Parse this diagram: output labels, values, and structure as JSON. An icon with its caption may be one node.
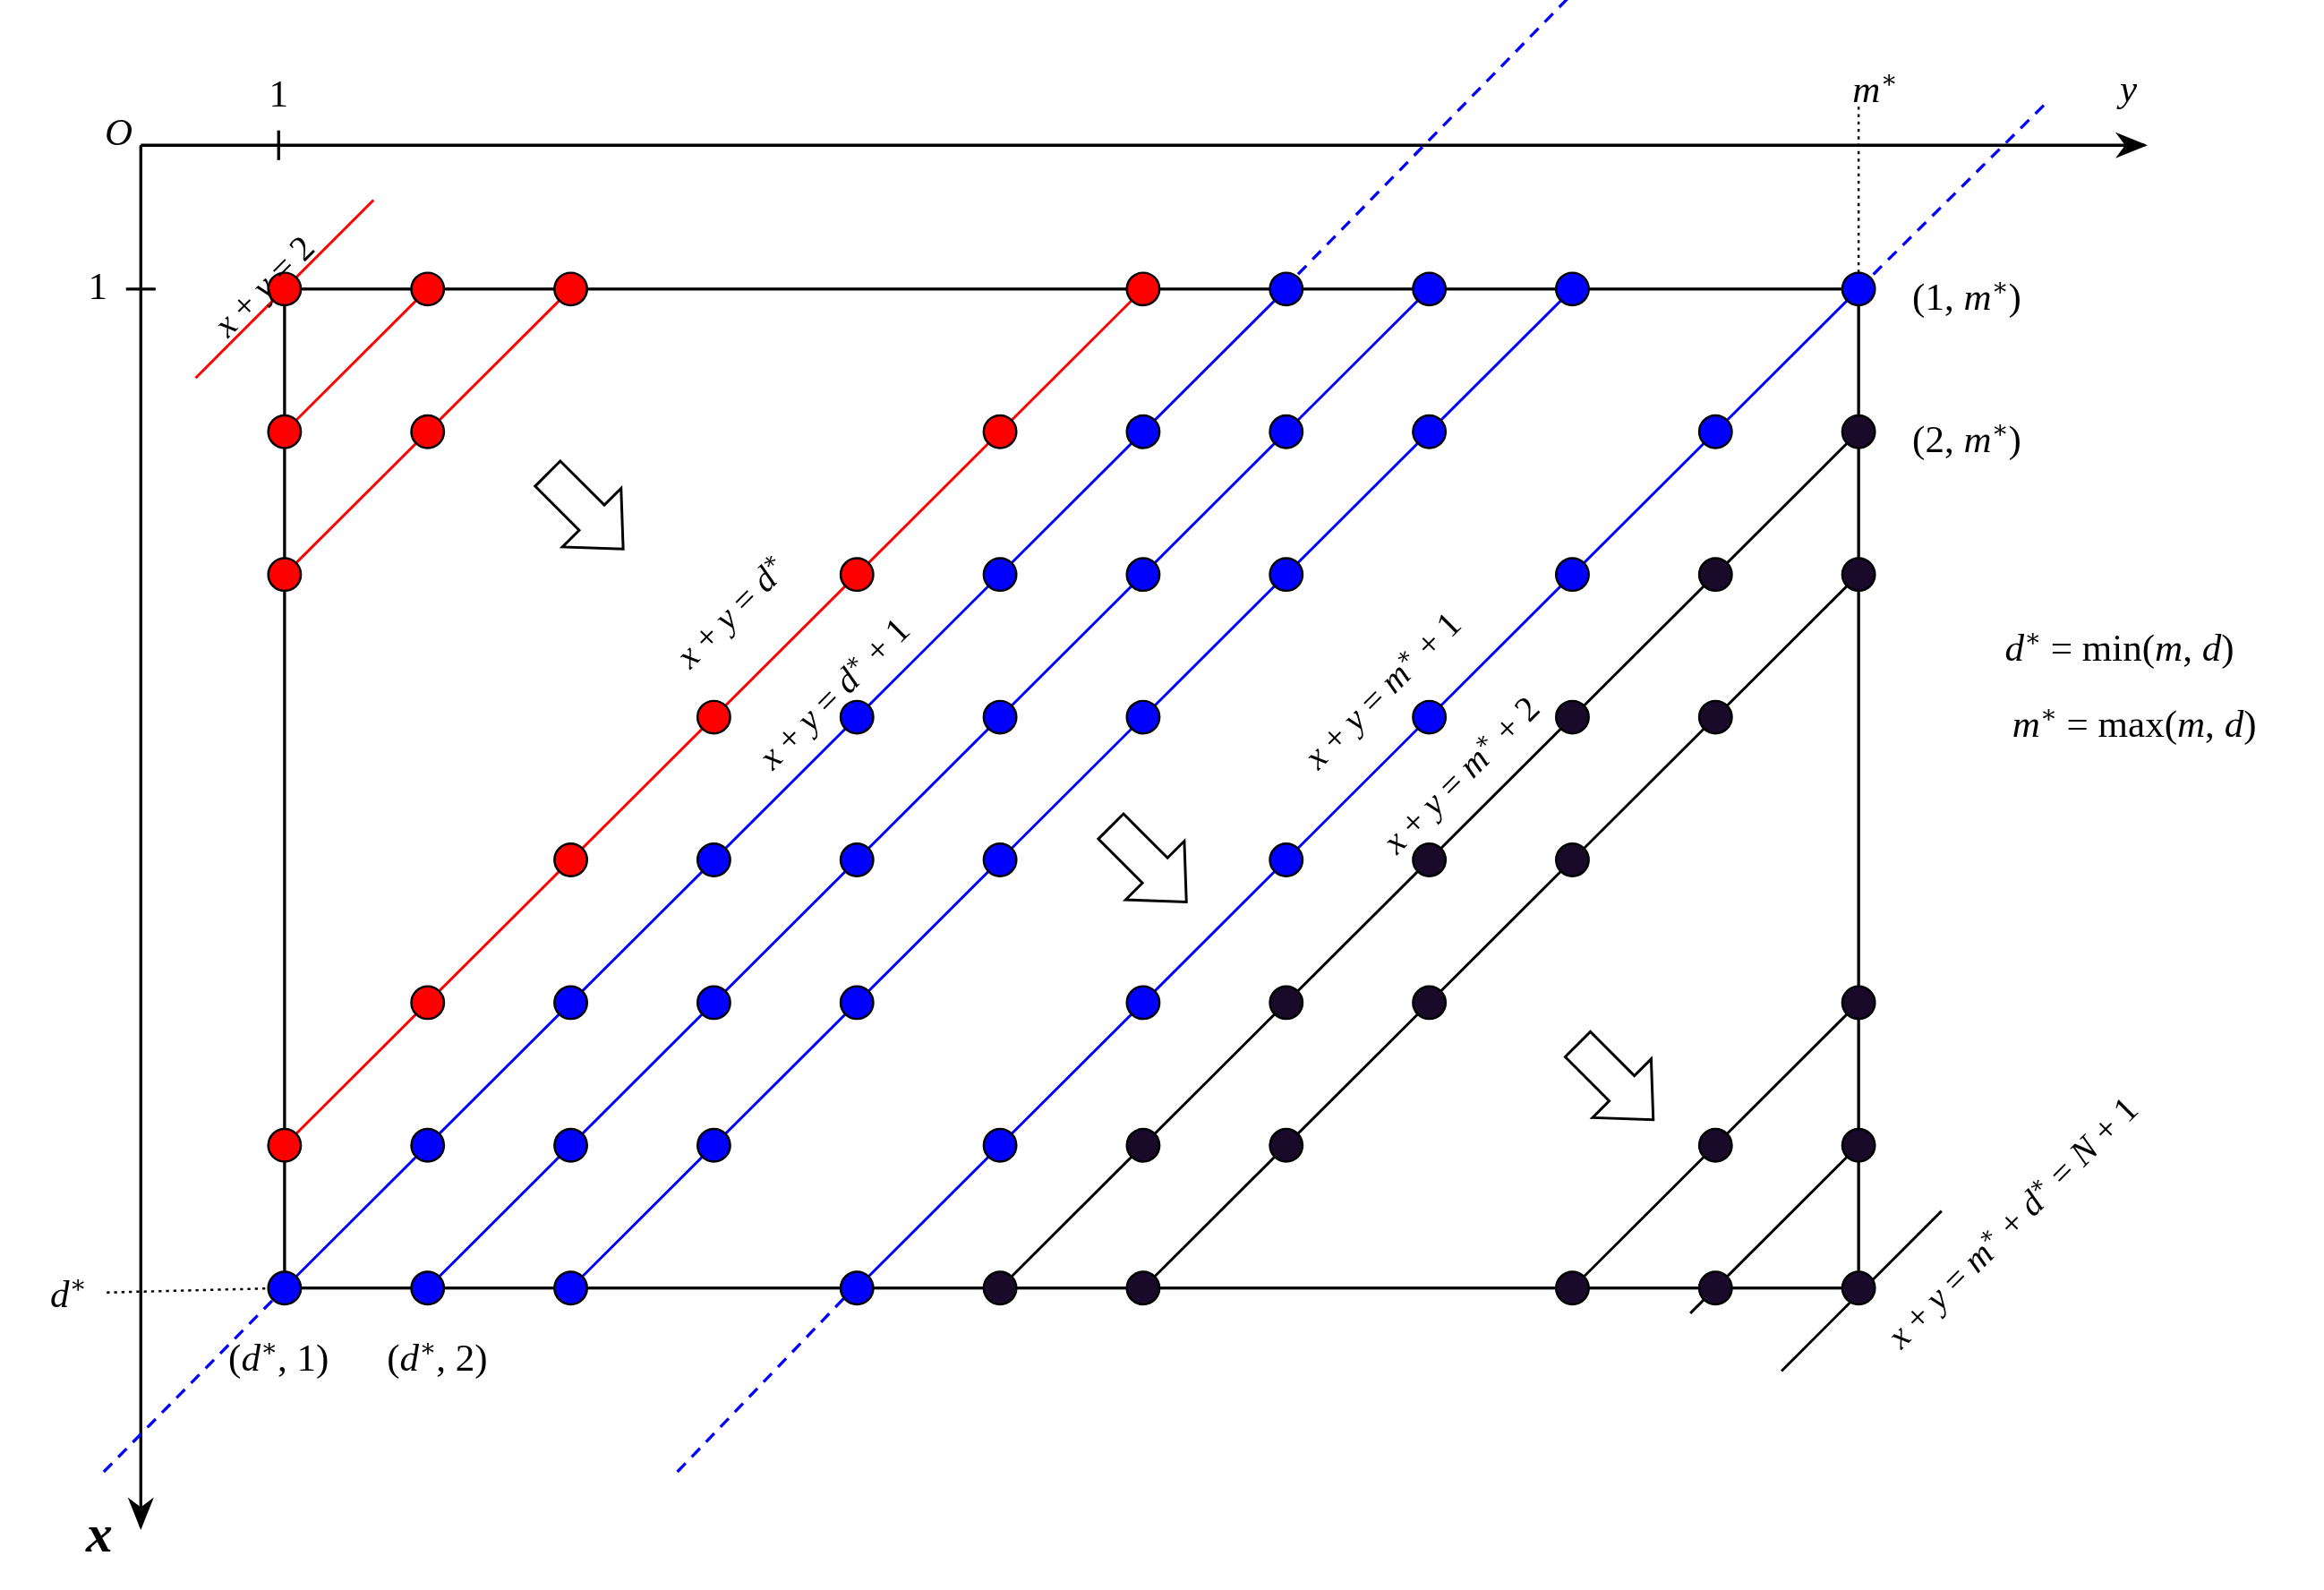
{
  "diagram": {
    "labels": [
      "O",
      "1",
      "m$^{∗}$",
      "y",
      "1",
      "*x* + *y* = 2",
      "(1, *m*$^{∗}$)",
      "(2, *m*$^{∗}$)",
      "*x* + *y* = *d*$^{∗}$",
      "*x* + *y* = *d*$^{∗}$ + 1",
      "*d*$^{∗}$ = min(*m*, *d*)",
      "*m*$^{∗}$ = max(*m*, *d*)",
      "*x* + *y* = *m*$^{∗}$ + 1",
      "*x* + *y* = *m*$^{∗}$ + 2",
      "*x* + *y* = *m*$^{∗}$ + *d*$^{∗}$ = *N* + 1",
      "*d*$^{∗}$",
      "(*d*$^{∗}$, 1)",
      "(*d*$^{∗}$, 2)",
      "x"
    ]
  }
}
